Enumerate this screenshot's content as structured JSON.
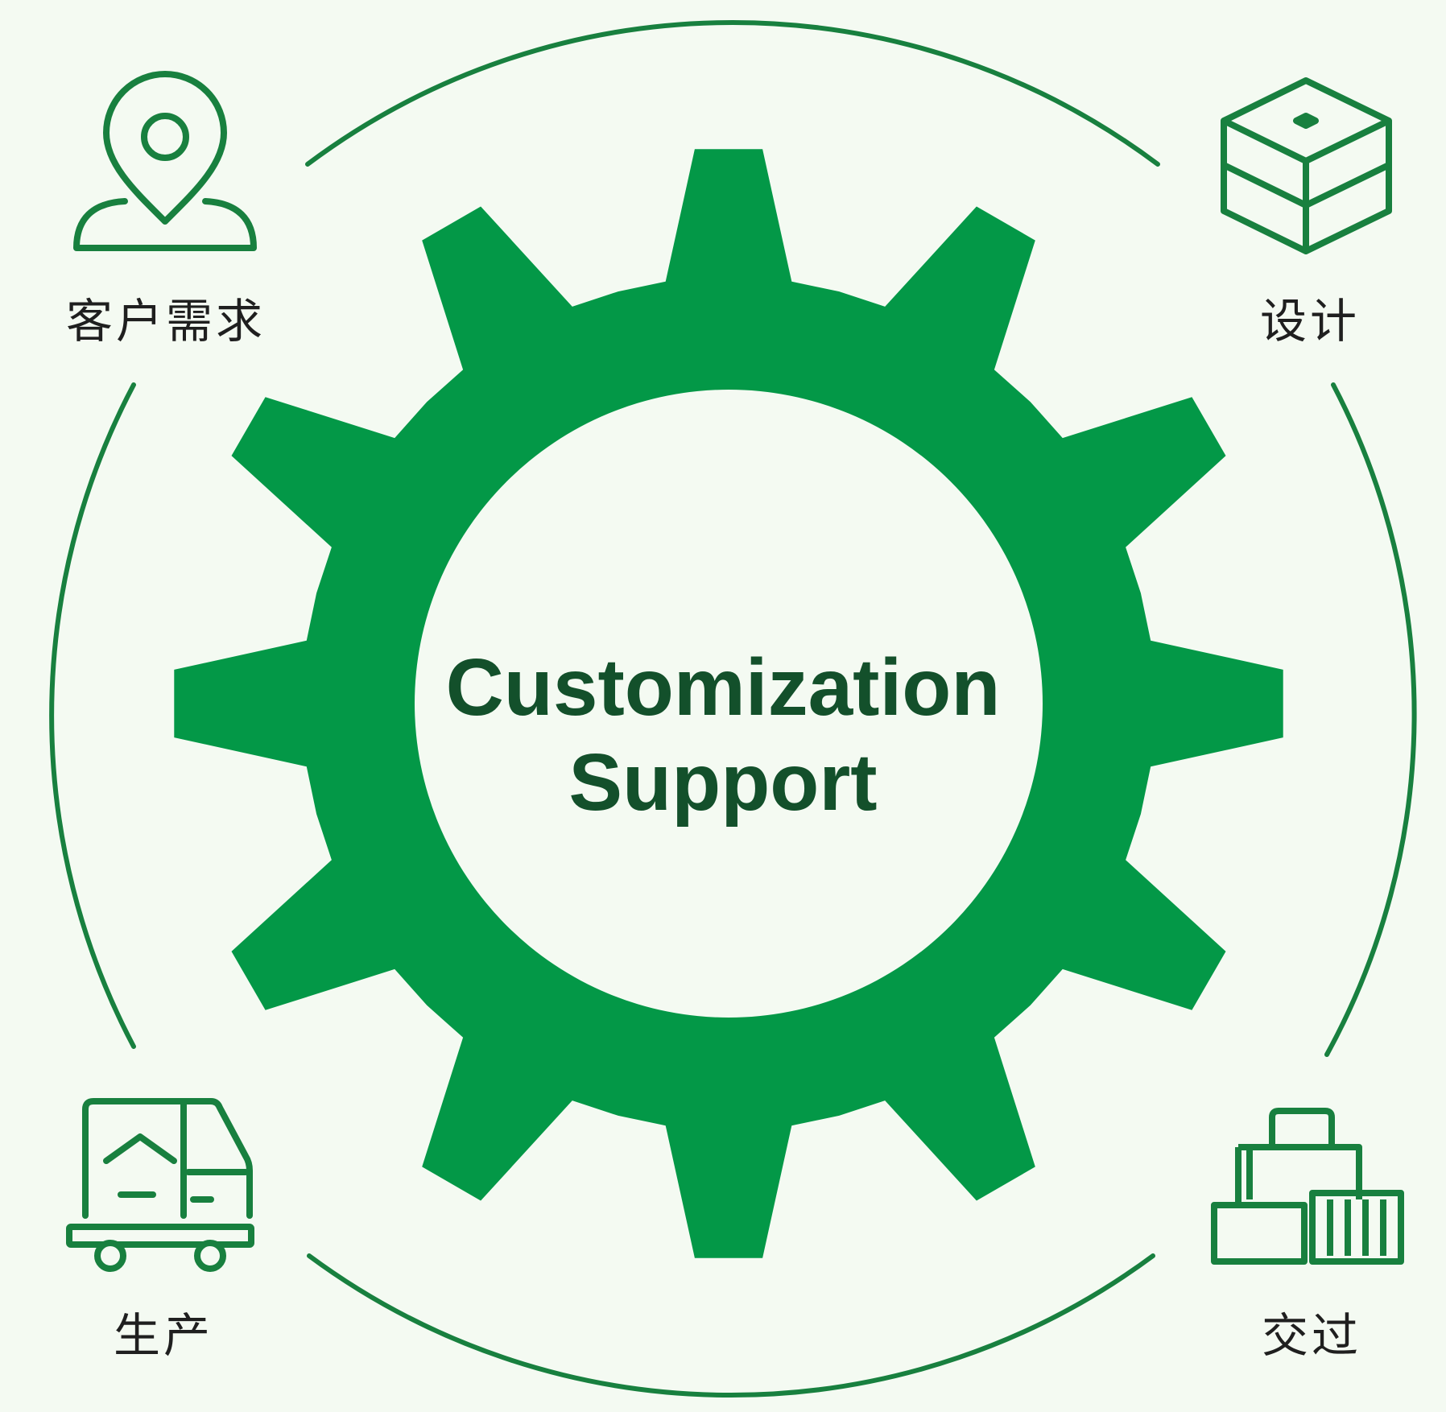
{
  "colors": {
    "background": "#f4faf2",
    "gear": "#039847",
    "line": "#18803f",
    "center_text": "#13502b",
    "label_text": "#1f1f1f"
  },
  "center": {
    "line1": "Customization",
    "line2": "Support"
  },
  "steps": [
    {
      "label": "客户需求",
      "icon": "location-pin-person-icon"
    },
    {
      "label": "设计",
      "icon": "box-icon"
    },
    {
      "label": "生产",
      "icon": "truck-icon"
    },
    {
      "label": "交过",
      "icon": "packages-icon"
    }
  ]
}
